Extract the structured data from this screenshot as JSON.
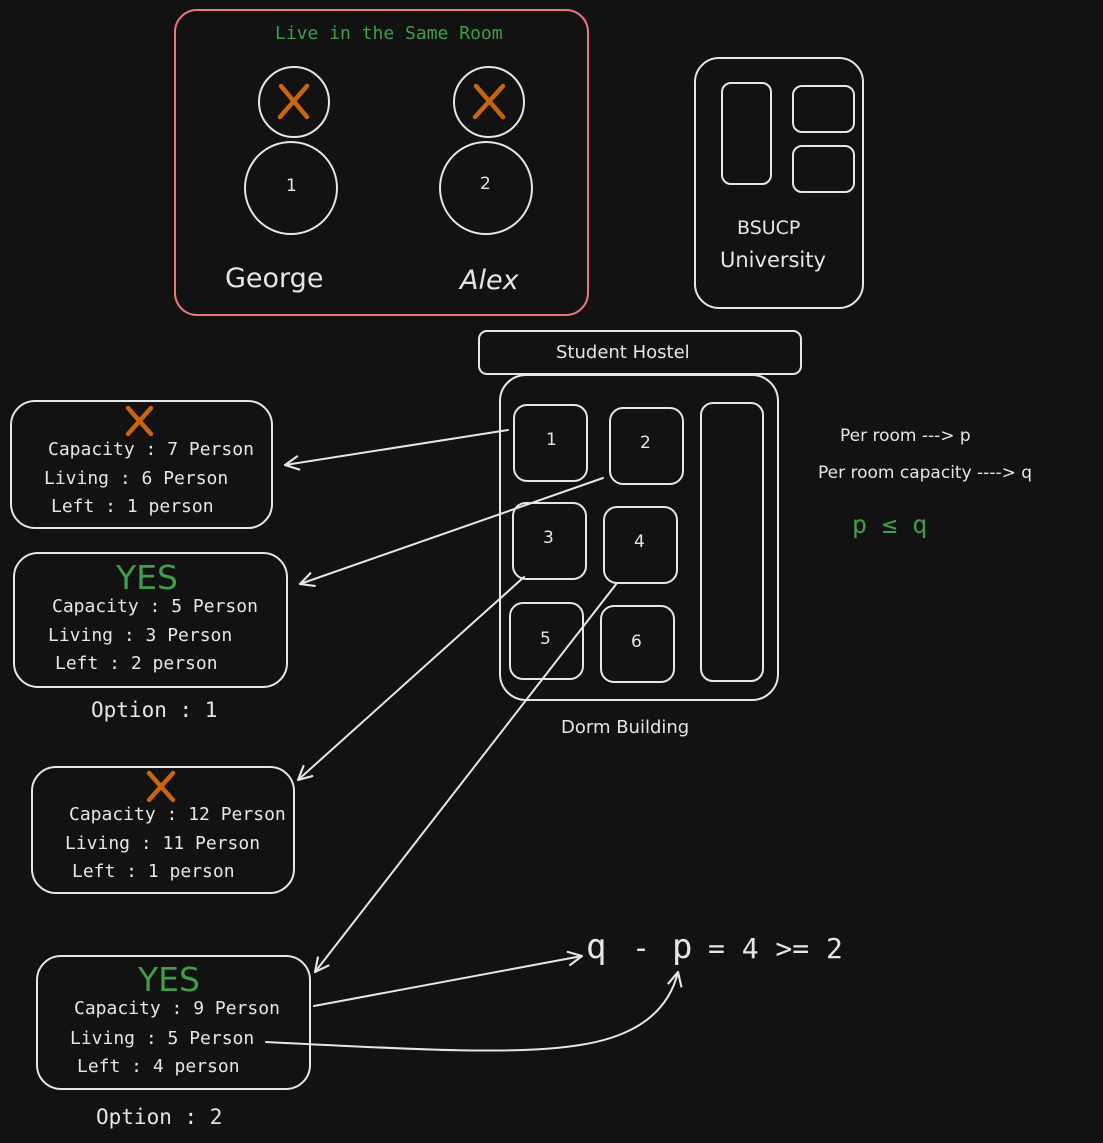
{
  "colors": {
    "stroke": "#e6e6e6",
    "accent_red": "#e8787a",
    "cross_orange": "#c9650f",
    "green": "#3f9d4b",
    "background": "#121212"
  },
  "students": {
    "header": "Live in the Same Room",
    "items": [
      {
        "number": "1",
        "name": "George",
        "icon": "x-mark-icon"
      },
      {
        "number": "2",
        "name": "Alex",
        "icon": "x-mark-icon"
      }
    ]
  },
  "university": {
    "line1": "BSUCP",
    "line2": "University"
  },
  "hostel": {
    "title": "Student Hostel",
    "footer": "Dorm Building",
    "rooms": [
      "1",
      "2",
      "3",
      "4",
      "5",
      "6"
    ]
  },
  "legend": {
    "line1": "Per room ---> p",
    "line2": "Per room capacity ----> q",
    "condition": "p ≤ q"
  },
  "room_cards": [
    {
      "mark": "x-mark-icon",
      "capacity": "Capacity : 7 Person",
      "living": "Living : 6 Person",
      "left": "Left : 1 person"
    },
    {
      "mark_text": "YES",
      "capacity": "Capacity : 5 Person",
      "living": "Living : 3 Person",
      "left": "Left : 2 person",
      "option": "Option : 1"
    },
    {
      "mark": "x-mark-icon",
      "capacity": "Capacity : 12 Person",
      "living": "Living : 11 Person",
      "left": "Left : 1 person"
    },
    {
      "mark_text": "YES",
      "capacity": "Capacity : 9 Person",
      "living": "Living : 5 Person",
      "left": "Left : 4 person",
      "option": "Option : 2"
    }
  ],
  "formula": {
    "q": "q",
    "minus": "-",
    "p": "p",
    "rest": "= 4 >= 2"
  }
}
